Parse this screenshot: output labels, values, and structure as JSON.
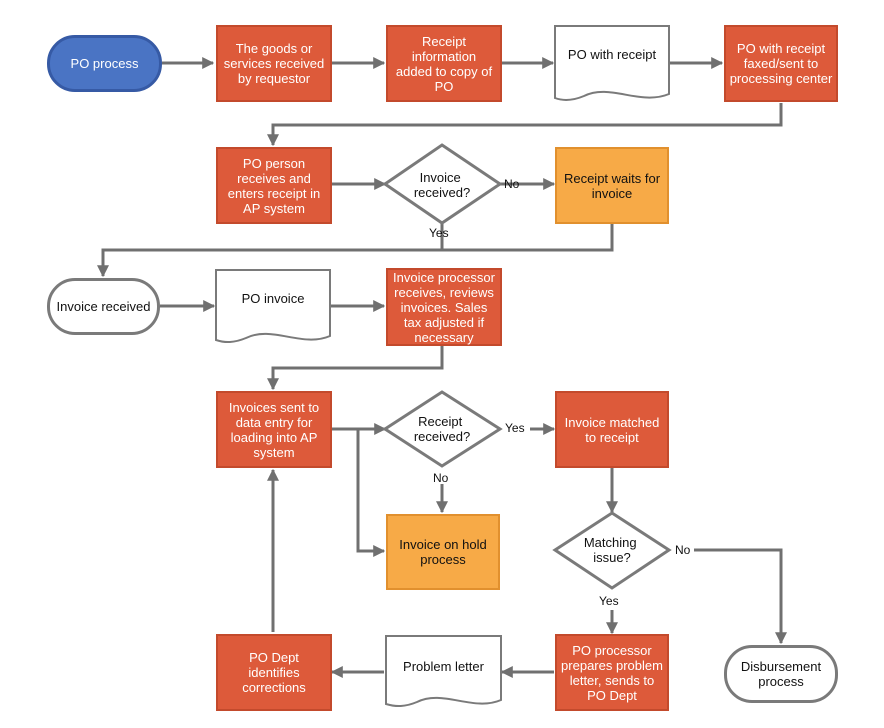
{
  "nodes": {
    "po_process": "PO process",
    "goods_received": "The goods or services received by requestor",
    "receipt_info": "Receipt information added to copy of PO",
    "po_with_receipt": "PO with receipt",
    "po_faxed": "PO with receipt faxed/sent to processing center",
    "po_person": "PO person receives and enters receipt in AP system",
    "invoice_received_q": [
      "Invoice",
      "received?"
    ],
    "receipt_waits": "Receipt waits for invoice",
    "invoice_received": "Invoice received",
    "po_invoice": "PO invoice",
    "invoice_processor": "Invoice processor receives, reviews invoices. Sales tax adjusted if necessary",
    "invoices_sent": "Invoices sent to data entry for loading into AP system",
    "receipt_received_q": [
      "Receipt",
      "received?"
    ],
    "invoice_matched": "Invoice matched to receipt",
    "invoice_on_hold": "Invoice on hold process",
    "matching_issue_q": [
      "Matching",
      "issue?"
    ],
    "disbursement": "Disbursement process",
    "po_processor": "PO processor prepares problem letter, sends to PO Dept",
    "problem_letter": "Problem letter",
    "po_dept": "PO Dept identifies corrections"
  },
  "edge_labels": {
    "no1": "No",
    "yes1": "Yes",
    "yes2": "Yes",
    "no2": "No",
    "no3": "No",
    "yes3": "Yes"
  },
  "colors": {
    "process": "#dd5a3a",
    "wait": "#f7aa47",
    "start": "#4a74c4",
    "connector": "#707070"
  }
}
